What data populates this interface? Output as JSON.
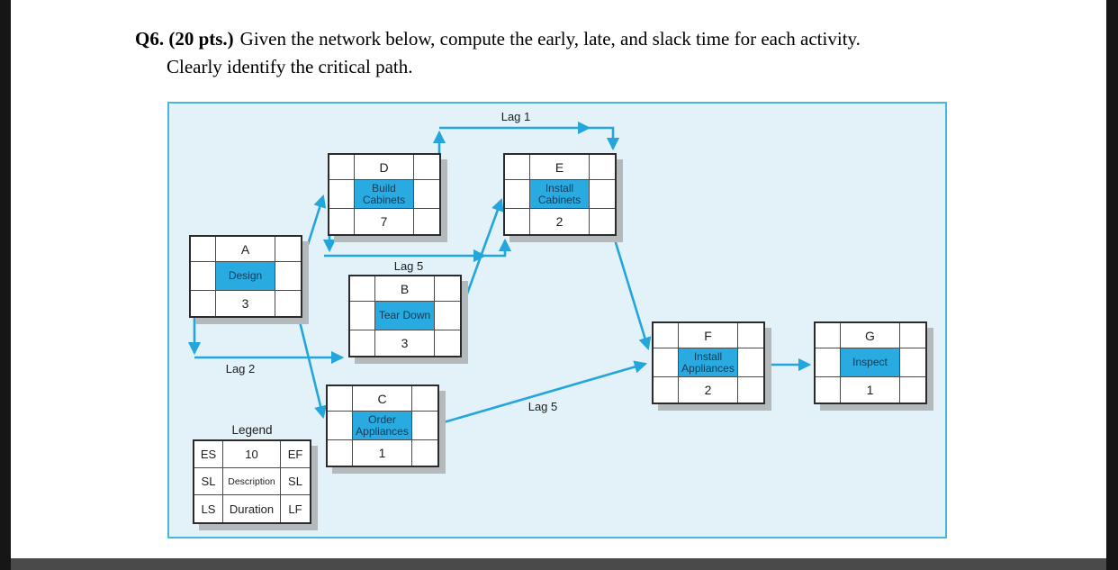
{
  "question": {
    "label": "Q6. (20 pts.)",
    "line1": "Given the network below, compute the early, late, and slack time for each activity.",
    "line2": "Clearly identify the critical path."
  },
  "colors": {
    "accent": "#23a6dc",
    "panel_bg": "#e3f1f8",
    "panel_border": "#45b8dc",
    "node_fill": "#29abe2",
    "node_text": "#113c58",
    "shadow": "#b4b9bc"
  },
  "nodes": [
    {
      "id": "A",
      "description": "Design",
      "duration": "3"
    },
    {
      "id": "D",
      "description": "Build Cabinets",
      "duration": "7"
    },
    {
      "id": "B",
      "description": "Tear Down",
      "duration": "3"
    },
    {
      "id": "C",
      "description": "Order Appliances",
      "duration": "1"
    },
    {
      "id": "E",
      "description": "Install Cabinets",
      "duration": "2"
    },
    {
      "id": "F",
      "description": "Install Appliances",
      "duration": "2"
    },
    {
      "id": "G",
      "description": "Inspect",
      "duration": "1"
    }
  ],
  "lags": {
    "lag1": "Lag 1",
    "lag5_top": "Lag 5",
    "lag2": "Lag 2",
    "lag5_bottom": "Lag 5"
  },
  "legend": {
    "title": "Legend",
    "cells": [
      [
        "ES",
        "10",
        "EF"
      ],
      [
        "SL",
        "Description",
        "SL"
      ],
      [
        "LS",
        "Duration",
        "LF"
      ]
    ]
  }
}
